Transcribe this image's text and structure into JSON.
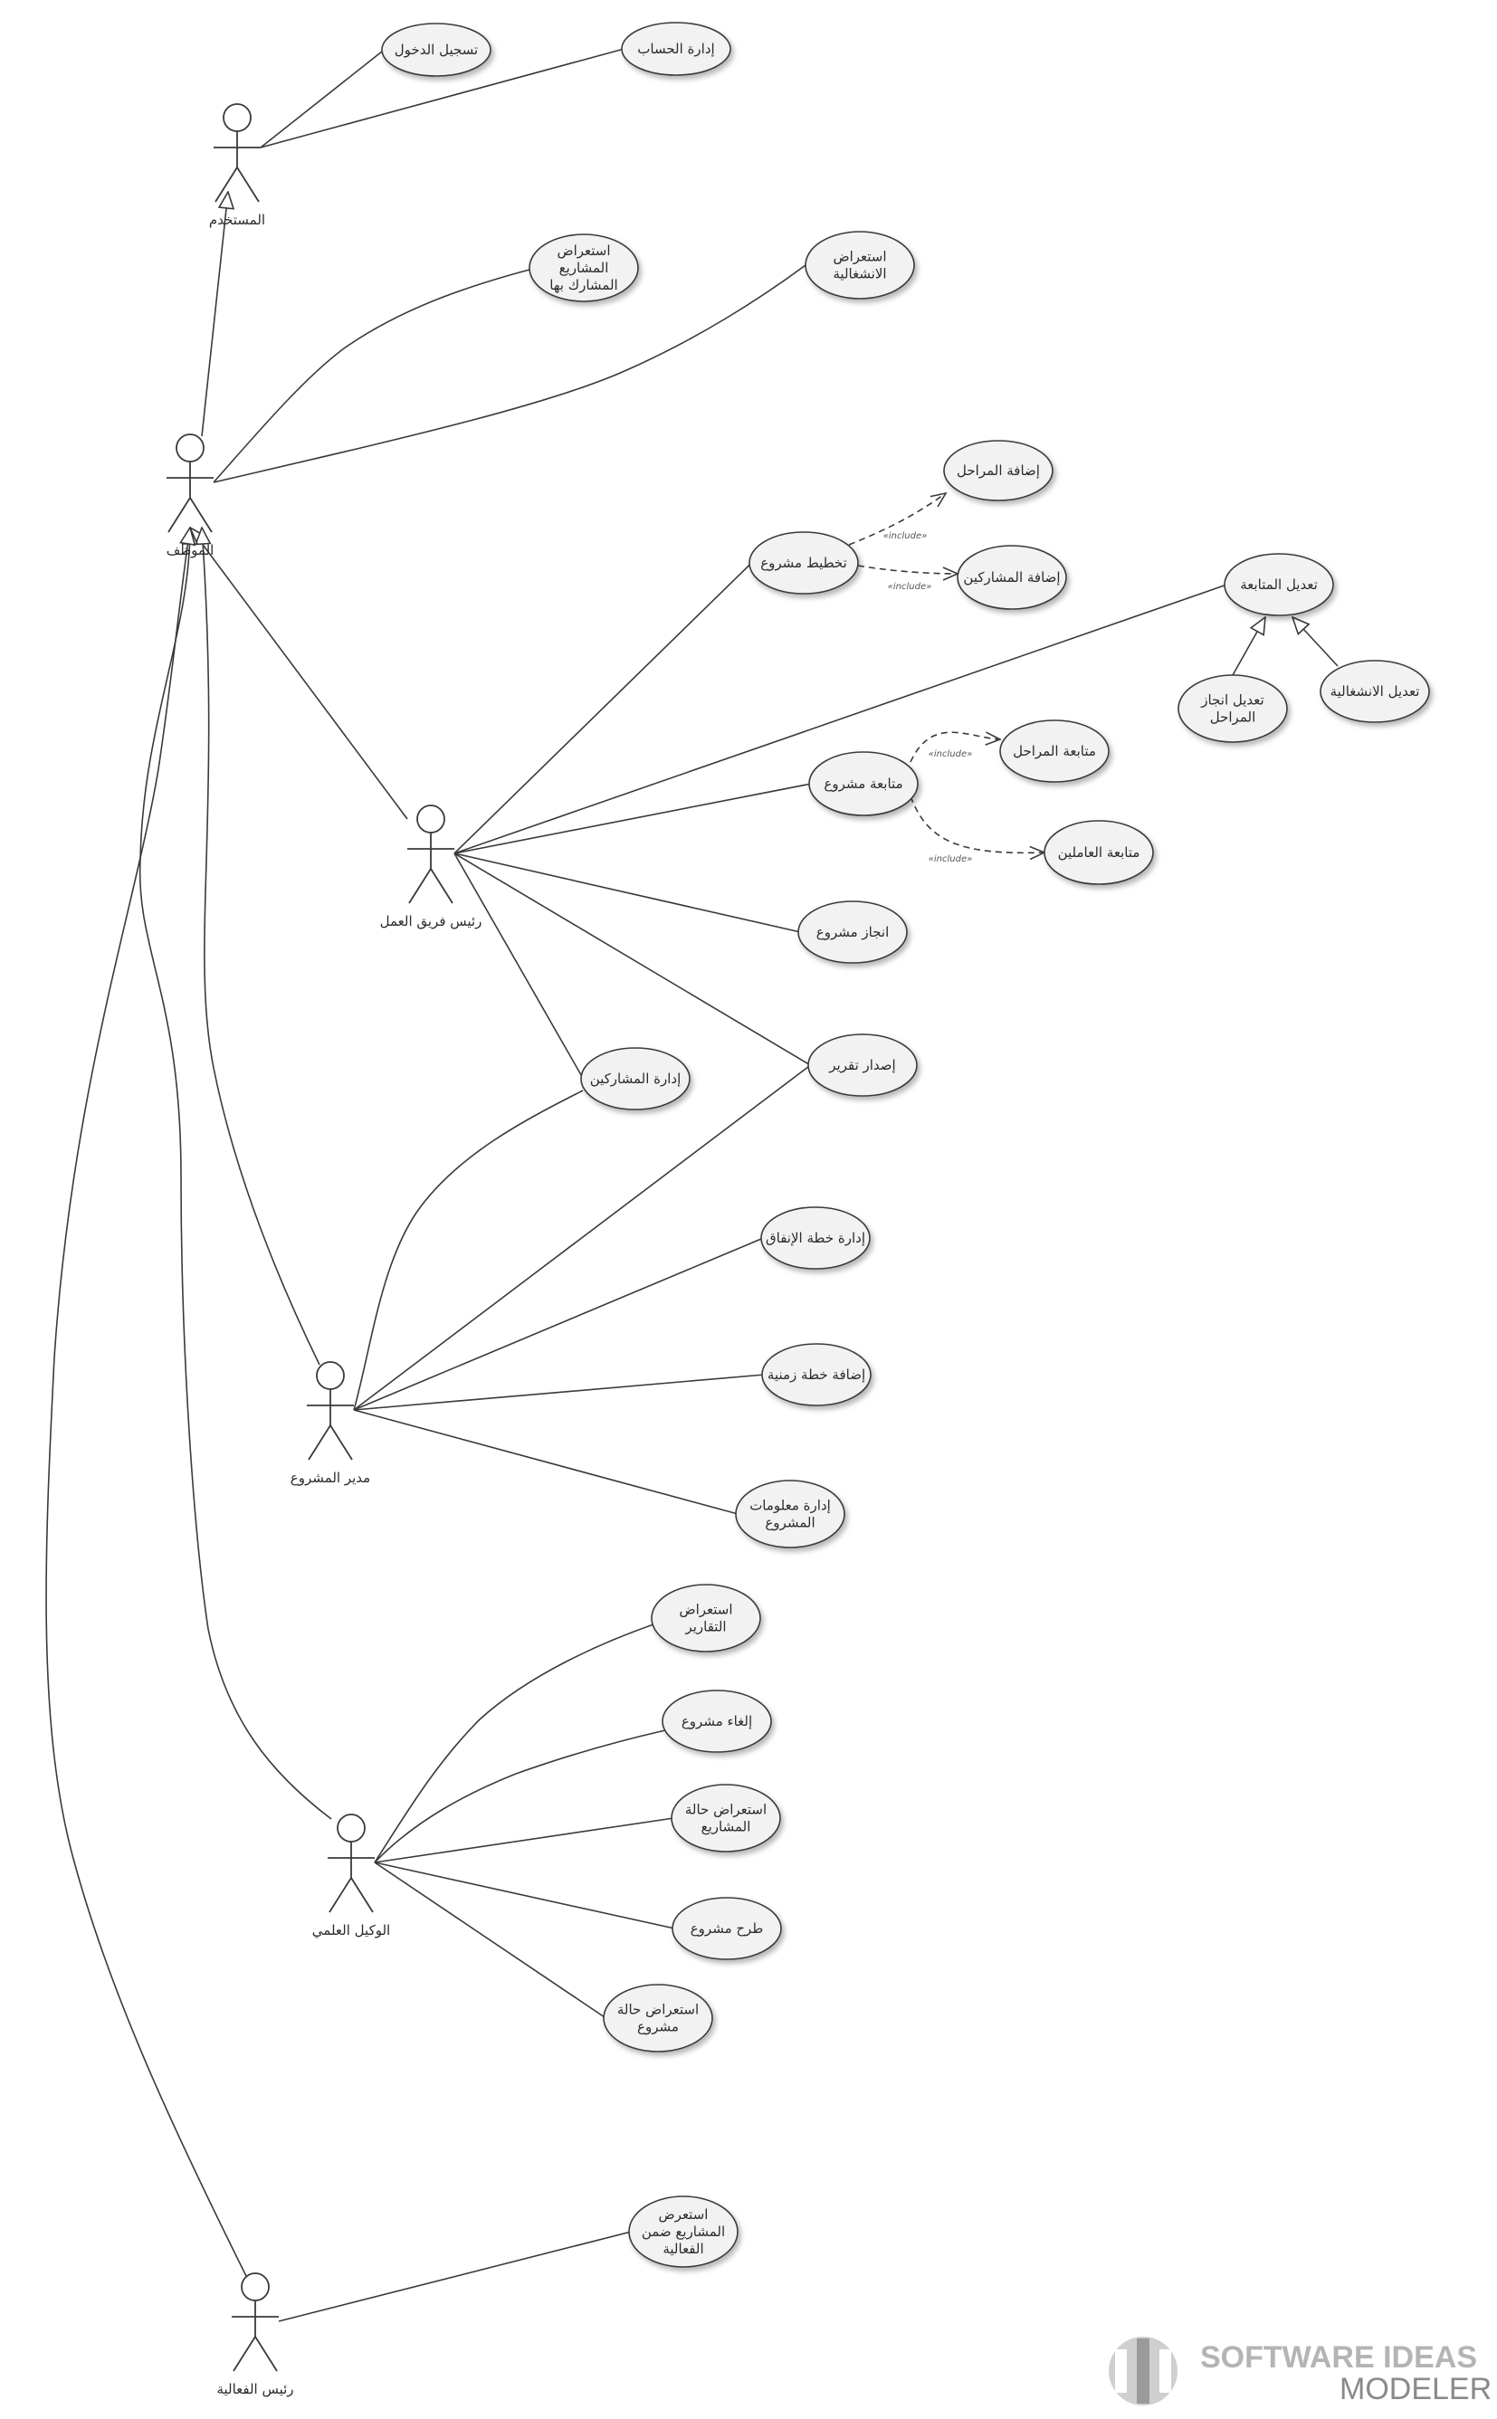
{
  "diagram": {
    "actors": [
      {
        "id": "user",
        "label": "المستخدم"
      },
      {
        "id": "employee",
        "label": "الموظف"
      },
      {
        "id": "team_leader",
        "label": "رئيس فريق العمل"
      },
      {
        "id": "project_manager",
        "label": "مدير المشروع"
      },
      {
        "id": "scientific_agent",
        "label": "الوكيل العلمي"
      },
      {
        "id": "activity_head",
        "label": "رئيس الفعالية"
      }
    ],
    "use_cases": [
      {
        "id": "login",
        "label": "تسجيل الدخول"
      },
      {
        "id": "manage_account",
        "label": "إدارة الحساب"
      },
      {
        "id": "view_participated",
        "label": "استعراض\nالمشاريع\nالمشارك بها"
      },
      {
        "id": "view_operational",
        "label": "استعراض\nالانشغالية"
      },
      {
        "id": "add_phases",
        "label": "إضافة المراحل"
      },
      {
        "id": "plan_project",
        "label": "تخطيط مشروع"
      },
      {
        "id": "add_participants",
        "label": "إضافة المشاركين"
      },
      {
        "id": "edit_followup",
        "label": "تعديل المتابعة"
      },
      {
        "id": "edit_phase_completion",
        "label": "تعديل انجاز\nالمراحل"
      },
      {
        "id": "edit_operational",
        "label": "تعديل الانشغالية"
      },
      {
        "id": "follow_phases",
        "label": "متابعة المراحل"
      },
      {
        "id": "follow_project",
        "label": "متابعة مشروع"
      },
      {
        "id": "follow_workers",
        "label": "متابعة العاملين"
      },
      {
        "id": "complete_project",
        "label": "انجاز مشروع"
      },
      {
        "id": "manage_participants",
        "label": "إدارة المشاركين"
      },
      {
        "id": "issue_report",
        "label": "إصدار تقرير"
      },
      {
        "id": "manage_spending",
        "label": "إدارة خطة الإنفاق"
      },
      {
        "id": "add_timeline",
        "label": "إضافة خطة زمنية"
      },
      {
        "id": "manage_project_info",
        "label": "إدارة معلومات\nالمشروع"
      },
      {
        "id": "view_reports",
        "label": "استعراض\nالتقارير"
      },
      {
        "id": "cancel_project",
        "label": "إلغاء مشروع"
      },
      {
        "id": "view_projects_status",
        "label": "استعراض حالة\nالمشاريع"
      },
      {
        "id": "propose_project",
        "label": "طرح مشروع"
      },
      {
        "id": "view_project_status",
        "label": "استعراض حالة\nمشروع"
      },
      {
        "id": "view_activity_projects",
        "label": "استعرض\nالمشاريع ضمن\nالفعالية"
      }
    ],
    "stereotype_label": "«include»",
    "associations": [
      [
        "user",
        "login"
      ],
      [
        "user",
        "manage_account"
      ],
      [
        "employee",
        "view_participated"
      ],
      [
        "employee",
        "view_operational"
      ],
      [
        "team_leader",
        "plan_project"
      ],
      [
        "team_leader",
        "edit_followup"
      ],
      [
        "team_leader",
        "follow_project"
      ],
      [
        "team_leader",
        "complete_project"
      ],
      [
        "team_leader",
        "issue_report"
      ],
      [
        "team_leader",
        "manage_participants"
      ],
      [
        "project_manager",
        "manage_participants"
      ],
      [
        "project_manager",
        "issue_report"
      ],
      [
        "project_manager",
        "manage_spending"
      ],
      [
        "project_manager",
        "add_timeline"
      ],
      [
        "project_manager",
        "manage_project_info"
      ],
      [
        "scientific_agent",
        "view_reports"
      ],
      [
        "scientific_agent",
        "cancel_project"
      ],
      [
        "scientific_agent",
        "view_projects_status"
      ],
      [
        "scientific_agent",
        "propose_project"
      ],
      [
        "scientific_agent",
        "view_project_status"
      ],
      [
        "activity_head",
        "view_activity_projects"
      ]
    ],
    "includes": [
      [
        "plan_project",
        "add_phases"
      ],
      [
        "plan_project",
        "add_participants"
      ],
      [
        "follow_project",
        "follow_phases"
      ],
      [
        "follow_project",
        "follow_workers"
      ]
    ],
    "generalizations": [
      [
        "employee",
        "user"
      ],
      [
        "team_leader",
        "employee"
      ],
      [
        "project_manager",
        "employee"
      ],
      [
        "scientific_agent",
        "employee"
      ],
      [
        "activity_head",
        "employee"
      ],
      [
        "edit_phase_completion",
        "edit_followup"
      ],
      [
        "edit_operational",
        "edit_followup"
      ]
    ]
  },
  "watermark": {
    "line1": "SOFTWARE IDEAS",
    "line2": "MODELER"
  },
  "colors": {
    "ellipse_fill": "#f2f2f2",
    "stroke": "#3a3a3a",
    "text": "#2b2b2b",
    "watermark": "#b4b4b4"
  }
}
